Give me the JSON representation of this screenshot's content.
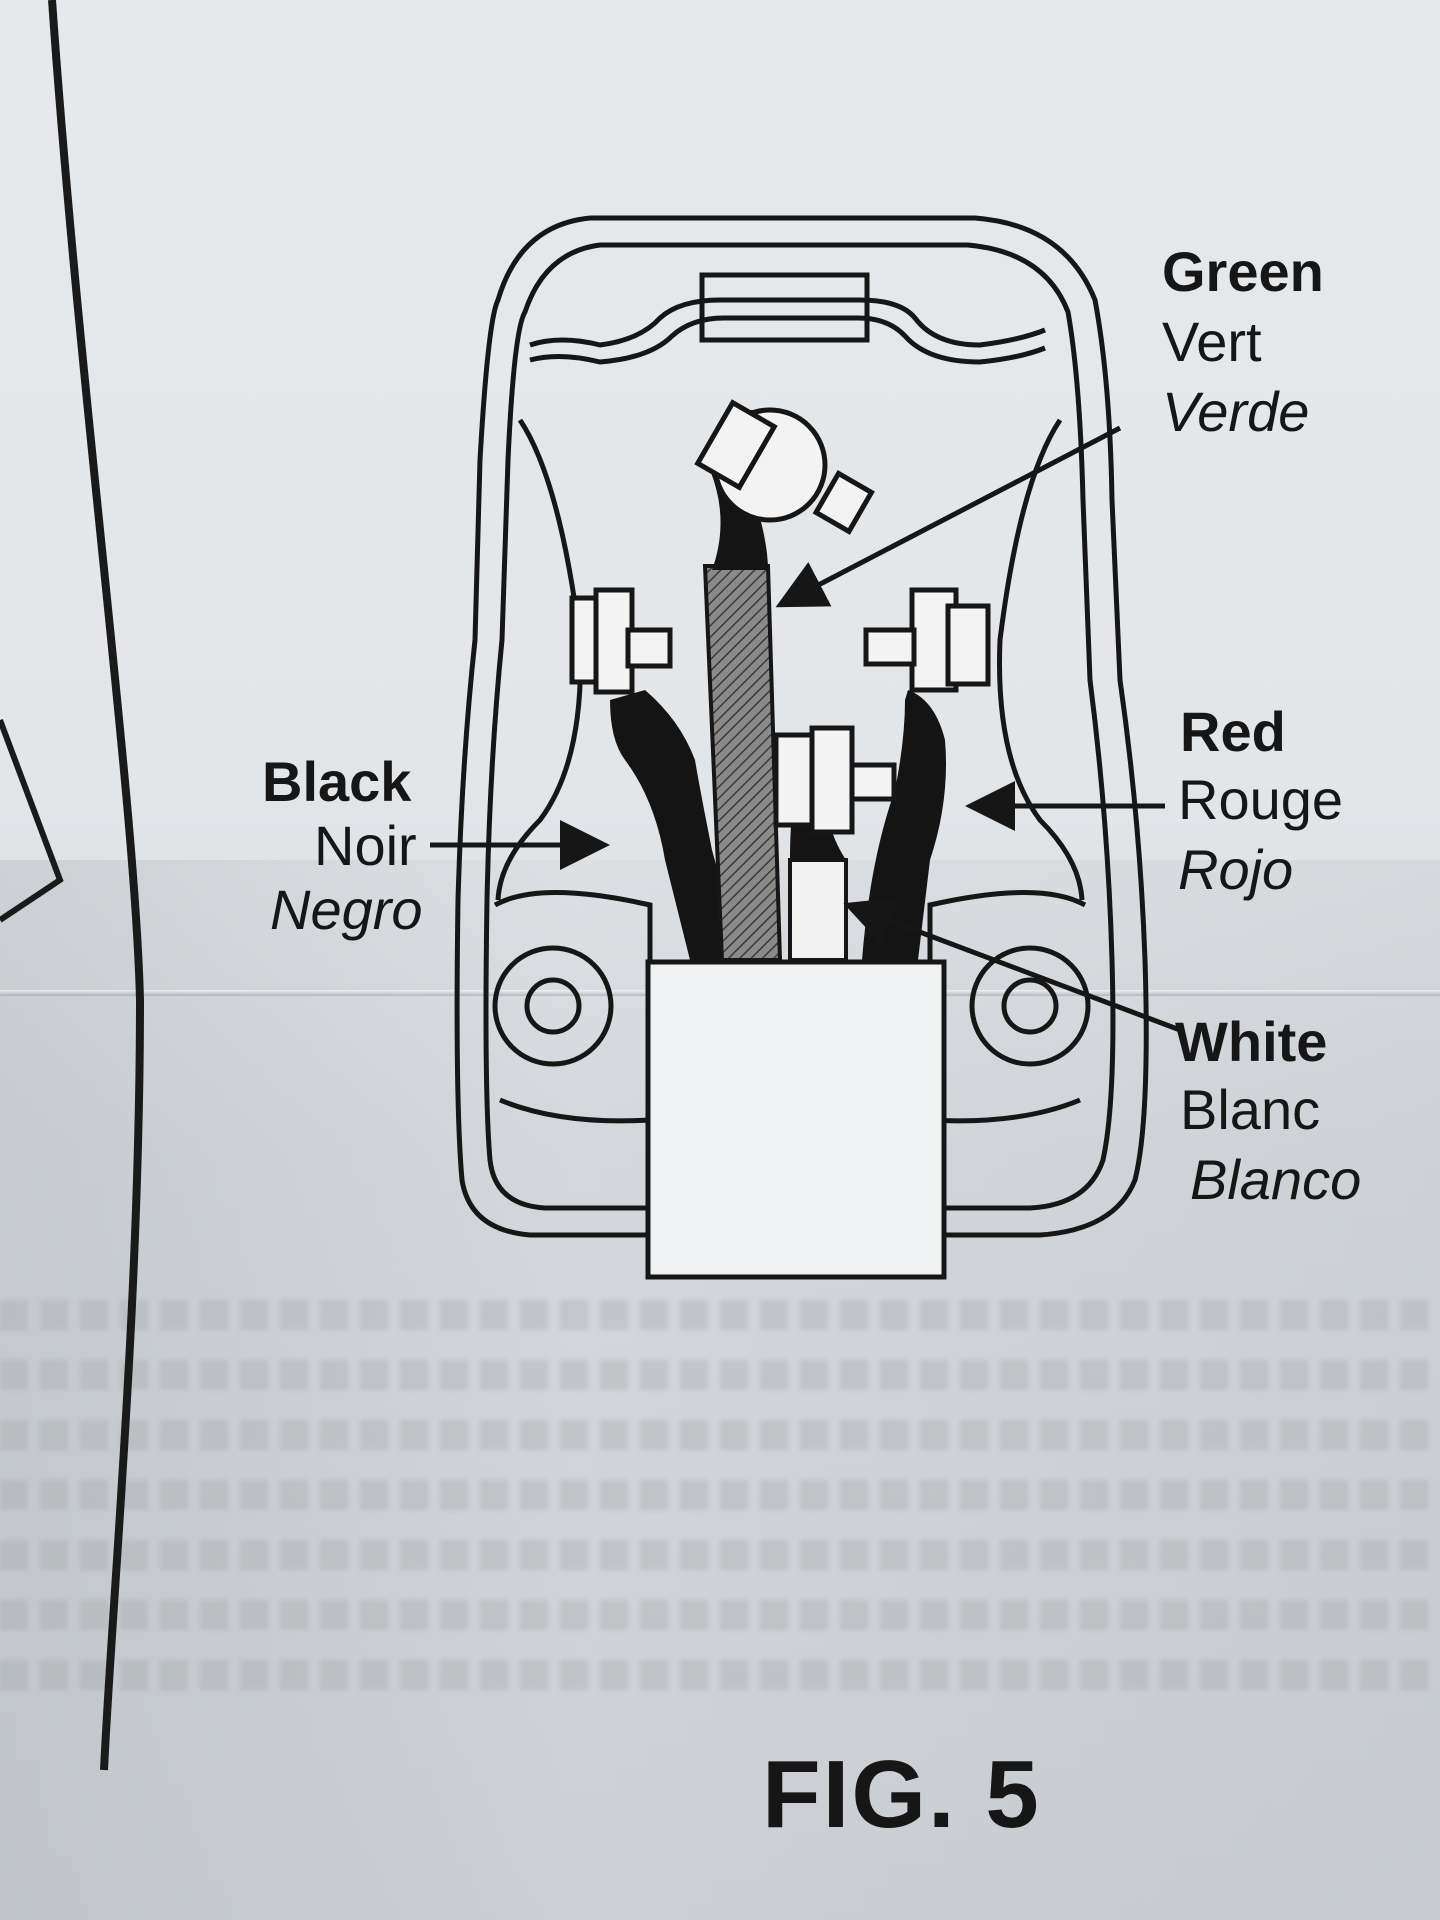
{
  "figure": {
    "caption": "FIG. 5"
  },
  "labels": {
    "green": {
      "en": "Green",
      "fr": "Vert",
      "es": "Verde"
    },
    "black": {
      "en": "Black",
      "fr": "Noir",
      "es": "Negro"
    },
    "red": {
      "en": "Red",
      "fr": "Rouge",
      "es": "Rojo"
    },
    "white": {
      "en": "White",
      "fr": "Blanc",
      "es": "Blanco"
    }
  },
  "colors": {
    "ink": "#161616",
    "paper": "#e4e7ea"
  }
}
